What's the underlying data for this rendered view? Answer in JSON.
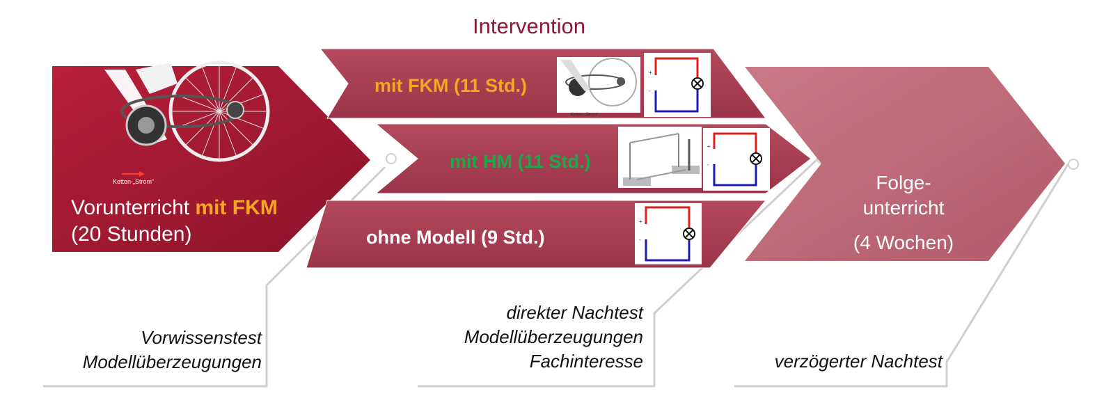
{
  "title": "Intervention",
  "pretest_phase": {
    "line1_prefix": "Vorunterricht ",
    "line1_highlight": "mit FKM",
    "line2": "(20 Stunden)",
    "bike_caption": "Ketten-„Strom“",
    "bike_icon": "bicycle-chain-icon"
  },
  "interventions": [
    {
      "label": "mit FKM (11 Std.)",
      "color": "#f5a623",
      "image": "bicycle-chain-icon",
      "small_caption": "Ketten-„Strom“"
    },
    {
      "label": "mit HM (11 Std.)",
      "color": "#1aa84a",
      "image": "hydraulic-model-icon"
    },
    {
      "label": "ohne Modell (9 Std.)",
      "color": "#ffffff",
      "image": "circuit-diagram-icon"
    }
  ],
  "circuit": {
    "plus": "+",
    "minus": "-",
    "lamp_icon": "lamp-icon"
  },
  "follow_up": {
    "line1": "Folge-",
    "line2": "unterricht",
    "line3": "(4 Wochen)"
  },
  "measurements": [
    {
      "lines": [
        "Vorwissenstest",
        "Modellüberzeugungen"
      ]
    },
    {
      "lines": [
        "direkter Nachtest",
        "Modellüberzeugungen",
        "Fachinteresse"
      ]
    },
    {
      "lines": [
        "verzögerter Nachtest"
      ]
    }
  ],
  "colors": {
    "pre_phase": "#9c1a30",
    "intervention": "#a63a4c",
    "follow_up": "#c06a78",
    "title": "#8d1a35"
  }
}
